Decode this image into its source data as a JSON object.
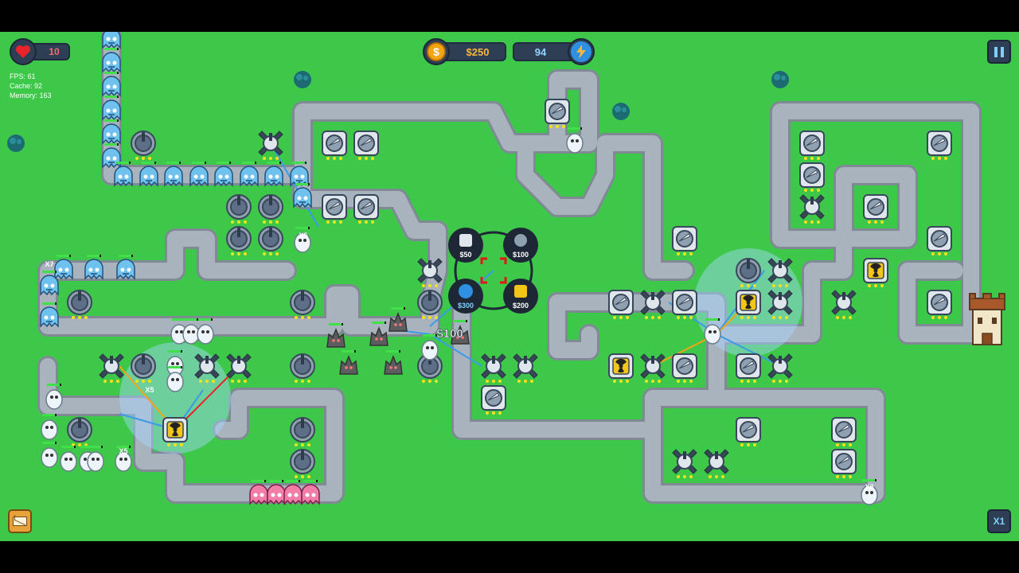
{
  "hud": {
    "lives": "10",
    "money": "$250",
    "energy": "94",
    "stats": {
      "fps": "FPS: 61",
      "cache": "Cache: 92",
      "memory": "Memory: 163"
    },
    "speed": "X1"
  },
  "build_menu": {
    "options": [
      {
        "price": "$50",
        "icon": "basic-turret-icon"
      },
      {
        "price": "$100",
        "icon": "gatling-turret-icon"
      },
      {
        "price": "$300",
        "icon": "heavy-turret-icon"
      },
      {
        "price": "$200",
        "icon": "nuke-turret-icon"
      }
    ]
  },
  "floating_text": "$100",
  "enemy_multipliers": [
    "X7",
    "X5",
    "X5",
    "X5",
    "X8"
  ],
  "colors": {
    "grass": "#3ec84a",
    "path": "#a9b3bd",
    "path_border": "#7f8a95",
    "hud_dark": "#2e3f55",
    "gold": "#f2a417",
    "energy_blue": "#2f8fe0",
    "heart_red": "#e8232c"
  }
}
